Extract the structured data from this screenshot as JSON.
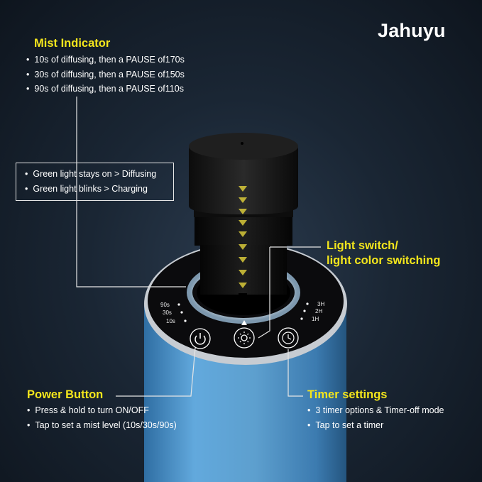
{
  "brand": "Jahuyu",
  "mist_indicator": {
    "title": "Mist Indicator",
    "items": [
      "10s of diffusing, then a PAUSE of170s",
      "30s of diffusing, then a PAUSE of150s",
      "90s of diffusing, then a PAUSE of110s"
    ]
  },
  "status_box": {
    "items": [
      "Green light stays on > Diffusing",
      "Green light blinks > Charging"
    ]
  },
  "light_switch": {
    "line1": "Light switch/",
    "line2": "light color switching"
  },
  "power_button": {
    "title": "Power Button",
    "items": [
      "Press & hold to turn ON/OFF",
      "Tap to set a mist level (10s/30s/90s)"
    ]
  },
  "timer_settings": {
    "title": "Timer settings",
    "items": [
      "3 timer options & Timer-off mode",
      "Tap to set a timer"
    ]
  },
  "device_labels": {
    "mist_levels": [
      "90s",
      "30s",
      "10s"
    ],
    "timer_levels": [
      "3H",
      "2H",
      "1H"
    ]
  },
  "colors": {
    "accent": "#f4e61c",
    "background": "#1a2634",
    "body_blue": "#5aa3d6"
  }
}
